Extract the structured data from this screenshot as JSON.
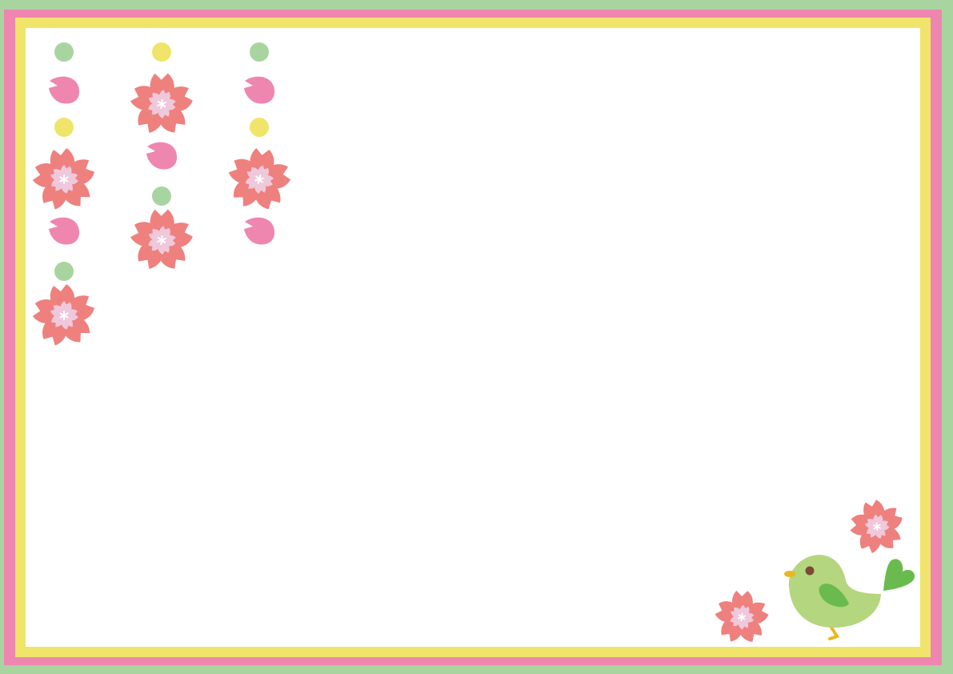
{
  "card": {
    "colors": {
      "outer_border": "#a8d4a0",
      "middle_border": "#ee86b0",
      "inner_border": "#f0e46a",
      "background": "#ffffff",
      "sakura": "#ee807e",
      "sakura_center": "#f0c8dc",
      "petal": "#ee86b0",
      "dot_green": "#a8d4a0",
      "dot_yellow": "#f0e46a",
      "bird_body": "#b4d67e",
      "bird_wing": "#6abb4e",
      "bird_eye": "#7a4a35",
      "bird_beak": "#e8b820"
    },
    "garlands": [
      {
        "items": [
          "dot-green",
          "petal",
          "dot-yellow",
          "flower",
          "petal",
          "dot-green",
          "flower"
        ]
      },
      {
        "items": [
          "dot-yellow",
          "flower",
          "petal",
          "dot-green",
          "flower"
        ]
      },
      {
        "items": [
          "dot-green",
          "petal",
          "dot-yellow",
          "flower",
          "petal"
        ]
      }
    ],
    "decorations": [
      "bird-icon",
      "sakura-icon",
      "sakura-icon"
    ]
  }
}
